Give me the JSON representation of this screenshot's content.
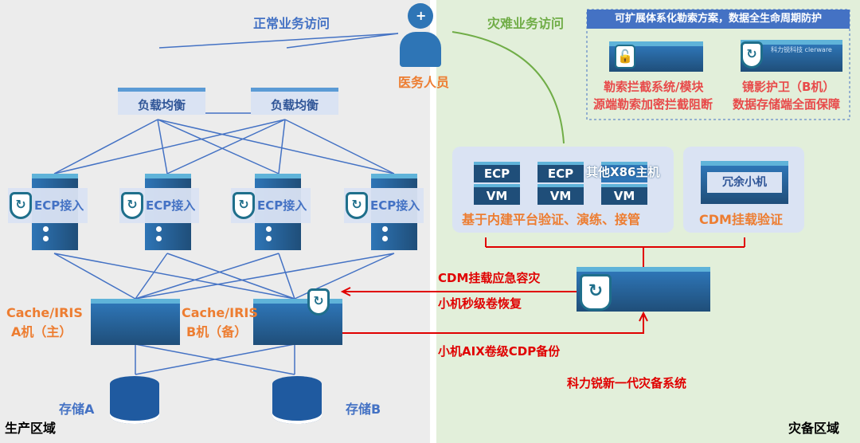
{
  "zones": {
    "production": "生产区域",
    "dr": "灾备区域"
  },
  "access": {
    "normal": "正常业务访问",
    "disaster": "灾难业务访问",
    "user": "医务人员"
  },
  "load_balancers": [
    "负载均衡",
    "负载均衡"
  ],
  "ecp_nodes": [
    "ECP接入",
    "ECP接入",
    "ECP接入",
    "ECP接入"
  ],
  "cache": {
    "a1": "Cache/IRIS",
    "a2": "A机（主）",
    "b1": "Cache/IRIS",
    "b2": "B机（备）"
  },
  "storage": {
    "a": "存储A",
    "b": "存储B"
  },
  "banner": {
    "title": "可扩展体系化勒索方案，数据全生命周期防护",
    "item1_l1": "勒索拦截系统/模块",
    "item1_l2": "源端勒索加密拦截阻断",
    "item2_l1": "镜影护卫（B机）",
    "item2_l2": "数据存储端全面保障",
    "brand": "科力锐科技 clerware"
  },
  "platform": {
    "ecp": "ECP",
    "vm": "VM",
    "other": "其他X86主机",
    "caption": "基于内建平台验证、演练、接管"
  },
  "cdm": {
    "box": "冗余小机",
    "caption": "CDM挂载验证"
  },
  "flows": {
    "f1": "CDM挂载应急容灾",
    "f2": "小机秒级卷恢复",
    "f3": "小机AIX卷级CDP备份"
  },
  "system": "科力锐新一代灾备系统",
  "colors": {
    "red": "#e00000",
    "orange": "#ed7d31",
    "blue": "#4472c4",
    "prod_bg": "#ececec",
    "dr_bg": "#e2efda"
  }
}
